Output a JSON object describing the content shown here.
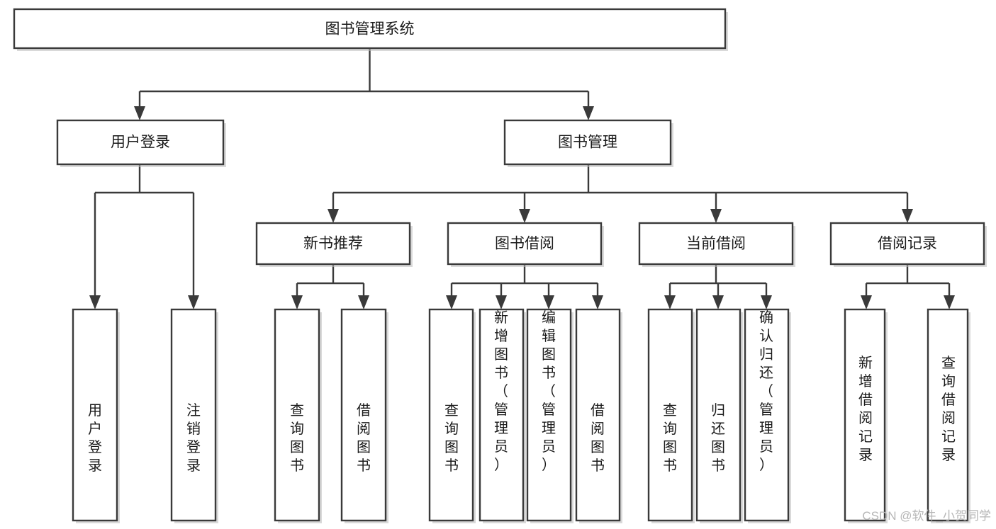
{
  "diagram": {
    "title": "图书管理系统",
    "type": "tree-hierarchy-chart",
    "root": {
      "id": "root",
      "label": "图书管理系统",
      "orientation": "horizontal"
    },
    "level2": [
      {
        "id": "user-login",
        "label": "用户登录",
        "orientation": "horizontal"
      },
      {
        "id": "book-manage",
        "label": "图书管理",
        "orientation": "horizontal"
      }
    ],
    "level3": [
      {
        "id": "new-book-recommend",
        "label": "新书推荐",
        "orientation": "horizontal"
      },
      {
        "id": "book-borrow",
        "label": "图书借阅",
        "orientation": "horizontal"
      },
      {
        "id": "current-borrow",
        "label": "当前借阅",
        "orientation": "horizontal"
      },
      {
        "id": "borrow-record",
        "label": "借阅记录",
        "orientation": "horizontal"
      }
    ],
    "leaves": {
      "user-login": [
        {
          "id": "leaf-user-login",
          "label": "用户登录",
          "orientation": "vertical"
        },
        {
          "id": "leaf-logout-login",
          "label": "注销登录",
          "orientation": "vertical"
        }
      ],
      "new-book-recommend": [
        {
          "id": "leaf-query-book-1",
          "label": "查询图书",
          "orientation": "vertical"
        },
        {
          "id": "leaf-borrow-book-1",
          "label": "借阅图书",
          "orientation": "vertical"
        }
      ],
      "book-borrow": [
        {
          "id": "leaf-query-book-2",
          "label": "查询图书",
          "orientation": "vertical"
        },
        {
          "id": "leaf-add-book-admin",
          "label": "新增图书（管理员）",
          "orientation": "vertical"
        },
        {
          "id": "leaf-edit-book-admin",
          "label": "编辑图书（管理员）",
          "orientation": "vertical"
        },
        {
          "id": "leaf-borrow-book-2",
          "label": "借阅图书",
          "orientation": "vertical"
        }
      ],
      "current-borrow": [
        {
          "id": "leaf-query-book-3",
          "label": "查询图书",
          "orientation": "vertical"
        },
        {
          "id": "leaf-return-book",
          "label": "归还图书",
          "orientation": "vertical"
        },
        {
          "id": "leaf-confirm-return-admin",
          "label": "确认归还（管理员）",
          "orientation": "vertical"
        }
      ],
      "borrow-record": [
        {
          "id": "leaf-add-borrow-record",
          "label": "新增借阅记录",
          "orientation": "vertical"
        },
        {
          "id": "leaf-query-borrow-record",
          "label": "查询借阅记录",
          "orientation": "vertical"
        }
      ]
    },
    "colors": {
      "background": "#ffffff",
      "node_fill": "#ffffff",
      "node_stroke": "#3a3a3a",
      "text": "#1b1b1b",
      "watermark": "#b6b6b6"
    }
  },
  "watermark": {
    "text": "CSDN @软件_小贺同学"
  }
}
